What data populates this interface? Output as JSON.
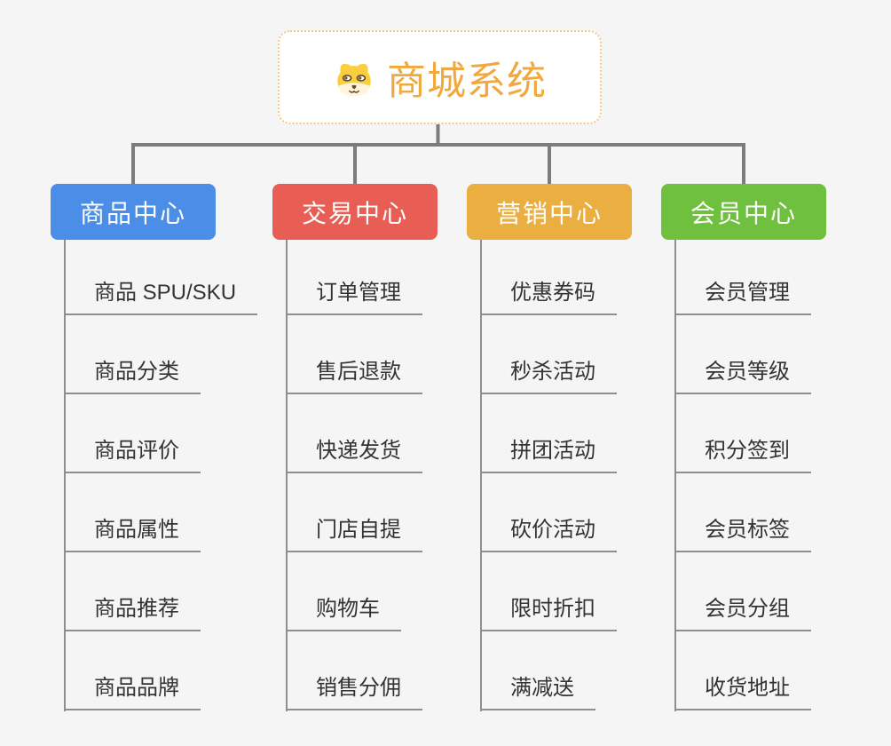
{
  "canvas": {
    "background": "#F5F5F5"
  },
  "root": {
    "title": "商城系统",
    "icon": "dog-face-icon",
    "accent_color": "#F0A93E",
    "border_color": "#F5C882"
  },
  "connectors": {
    "main_line_color": "#7C7C7C",
    "child_line_color": "#8F8F8F"
  },
  "child_text_color": "#333333",
  "branches": [
    {
      "label": "商品中心",
      "color": "#4A8EE8",
      "children": [
        "商品 SPU/SKU",
        "商品分类",
        "商品评价",
        "商品属性",
        "商品推荐",
        "商品品牌"
      ]
    },
    {
      "label": "交易中心",
      "color": "#E85E55",
      "children": [
        "订单管理",
        "售后退款",
        "快递发货",
        "门店自提",
        "购物车",
        "销售分佣"
      ]
    },
    {
      "label": "营销中心",
      "color": "#EBAE41",
      "children": [
        "优惠券码",
        "秒杀活动",
        "拼团活动",
        "砍价活动",
        "限时折扣",
        "满减送"
      ]
    },
    {
      "label": "会员中心",
      "color": "#70C040",
      "children": [
        "会员管理",
        "会员等级",
        "积分签到",
        "会员标签",
        "会员分组",
        "收货地址"
      ]
    }
  ]
}
